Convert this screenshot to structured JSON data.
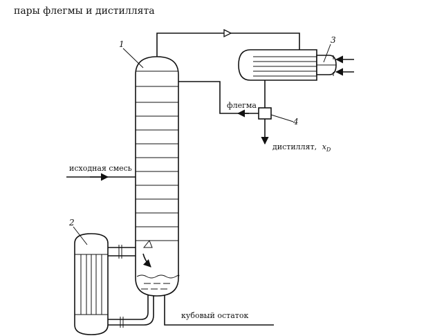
{
  "caption": "пары флегмы и дистиллята",
  "labels": {
    "reflux": "флегма",
    "distillate": "дистиллят,",
    "distillate_var": "x",
    "distillate_sub": "D",
    "feed": "исходная смесь",
    "bottoms": "кубовый остаток"
  },
  "markers": {
    "column": "1",
    "reboiler": "2",
    "condenser": "3",
    "divider": "4"
  }
}
